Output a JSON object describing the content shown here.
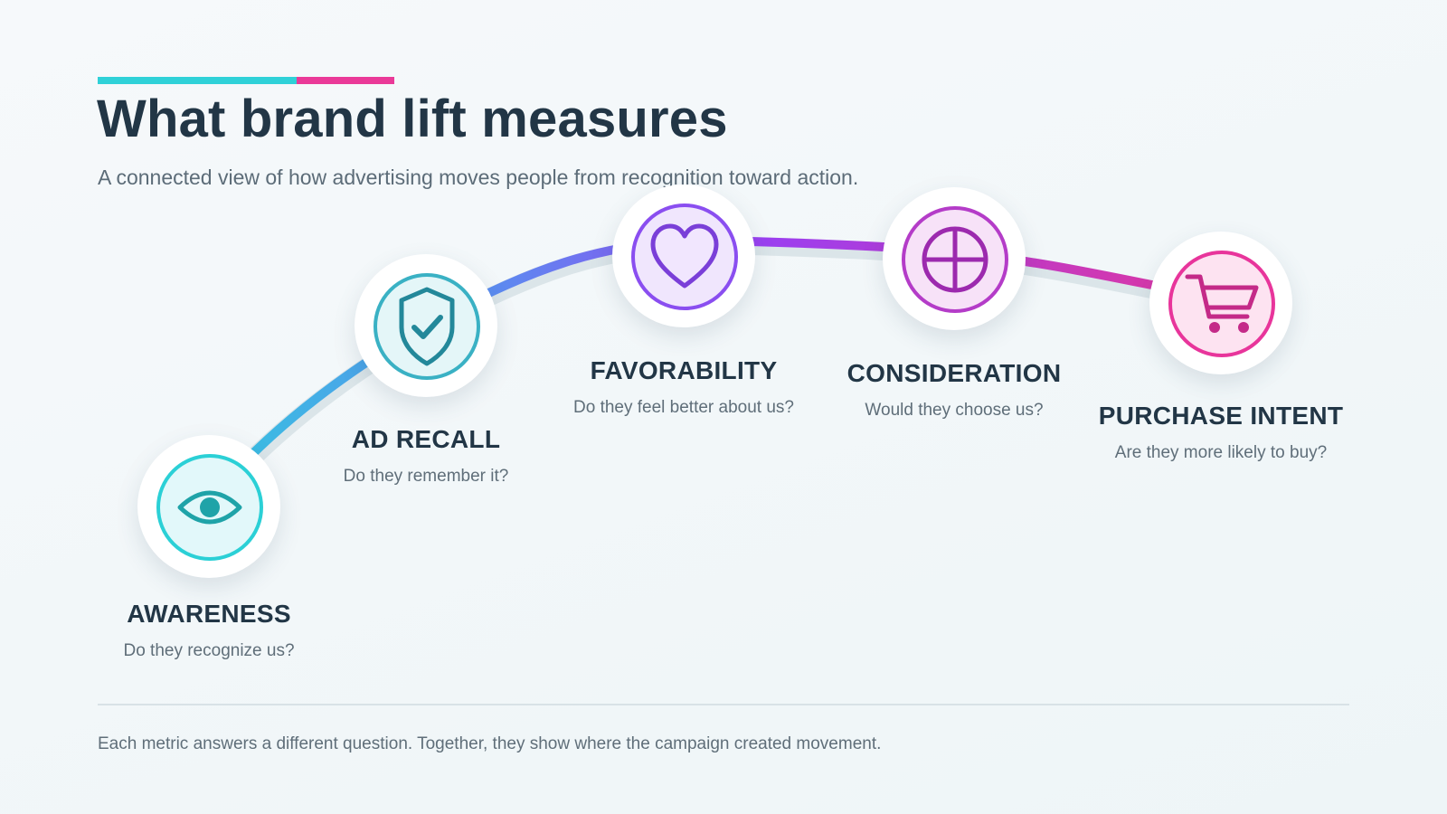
{
  "header": {
    "title": "What brand lift measures",
    "subtitle": "A connected view of how advertising moves people from recognition toward action."
  },
  "stages": [
    {
      "name": "AWARENESS",
      "question": "Do they recognize us?",
      "icon": "eye-icon",
      "color": "#2bd0d6"
    },
    {
      "name": "AD RECALL",
      "question": "Do they remember it?",
      "icon": "shield-check-icon",
      "color": "#3ab1c4"
    },
    {
      "name": "FAVORABILITY",
      "question": "Do they feel better about us?",
      "icon": "heart-icon",
      "color": "#8a4ef0"
    },
    {
      "name": "CONSIDERATION",
      "question": "Would they choose us?",
      "icon": "crosshair-icon",
      "color": "#b43cc8"
    },
    {
      "name": "PURCHASE INTENT",
      "question": "Are they more likely to buy?",
      "icon": "cart-icon",
      "color": "#e8359b"
    }
  ],
  "footer": {
    "note": "Each metric answers a different question. Together, they show where the campaign created movement."
  },
  "colors": {
    "accent_teal": "#2fd1d8",
    "accent_pink": "#ea3a98",
    "arc_blue": "#3fb0e8",
    "arc_indigo": "#6a78f0",
    "arc_violet": "#9b3ff0",
    "arc_magenta": "#cf35c4"
  }
}
